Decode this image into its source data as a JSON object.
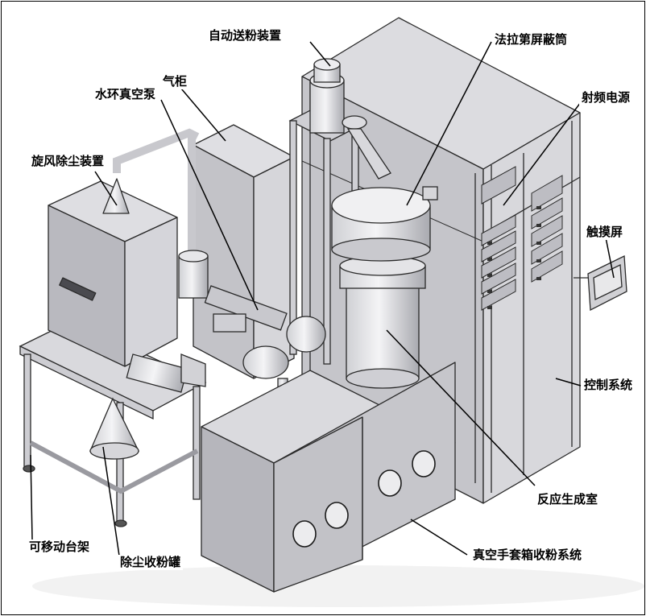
{
  "labels": {
    "auto_powder_feeder": "自动送粉装置",
    "faraday_shield": "法拉第屏蔽筒",
    "gas_cabinet": "气柜",
    "water_ring_pump": "水环真空泵",
    "rf_power_supply": "射频电源",
    "cyclone_dust_remover": "旋风除尘装置",
    "touch_screen": "触摸屏",
    "control_system": "控制系统",
    "reaction_chamber": "反应生成室",
    "movable_stand": "可移动台架",
    "dust_collection_tank": "除尘收粉罐",
    "vacuum_glovebox_system": "真空手套箱收粉系统"
  },
  "colors": {
    "metal_light": "#e3e3e6",
    "metal_mid": "#c6c6cb",
    "metal_dark": "#8e8e95",
    "outline": "#2a2a2a",
    "leader": "#000000",
    "panel_dark": "#4a4a4f"
  }
}
